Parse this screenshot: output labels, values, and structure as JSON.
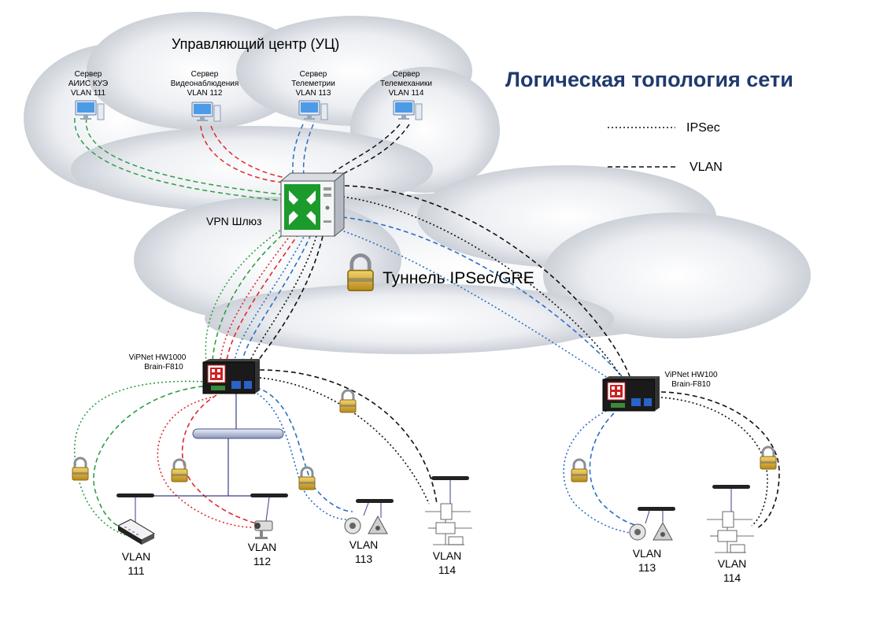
{
  "title": "Логическая топология сети",
  "center_label": "Управляющий центр (УЦ)",
  "legend": {
    "ipsec": "IPSec",
    "vlan": "VLAN"
  },
  "servers": [
    {
      "line1": "Сервер",
      "line2": "АИИС КУЭ",
      "line3": "VLAN 111"
    },
    {
      "line1": "Сервер",
      "line2": "Видеонаблюдения",
      "line3": "VLAN 112"
    },
    {
      "line1": "Сервер",
      "line2": "Телеметрии",
      "line3": "VLAN 113"
    },
    {
      "line1": "Сервер",
      "line2": "Телемеханики",
      "line3": "VLAN 114"
    }
  ],
  "gateway_label": "VPN Шлюз",
  "tunnel_label": "Туннель IPSec/GRE",
  "device_left": {
    "line1": "ViPNet HW1000",
    "line2": "Brain-F810"
  },
  "device_right": {
    "line1": "ViPNet HW100",
    "line2": "Brain-F810"
  },
  "endpoints": [
    {
      "top": "VLAN",
      "bottom": "111"
    },
    {
      "top": "VLAN",
      "bottom": "112"
    },
    {
      "top": "VLAN",
      "bottom": "113"
    },
    {
      "top": "VLAN",
      "bottom": "114"
    },
    {
      "top": "VLAN",
      "bottom": "113"
    },
    {
      "top": "VLAN",
      "bottom": "114"
    }
  ],
  "colors": {
    "vlan111": "#2e9e44",
    "vlan112": "#e02a2a",
    "vlan113": "#2b6fc2",
    "vlan114": "#111111",
    "title": "#1f3a6e",
    "cloud_light": "#eef0f3",
    "cloud_dark": "#c9ced6",
    "gateway_icon": "#1c9a2c"
  },
  "icons": [
    "monitor-icon",
    "server-icon",
    "lock-icon",
    "router-icon",
    "switch-icon",
    "camera-icon",
    "sensor-icon",
    "circuit-icon"
  ]
}
